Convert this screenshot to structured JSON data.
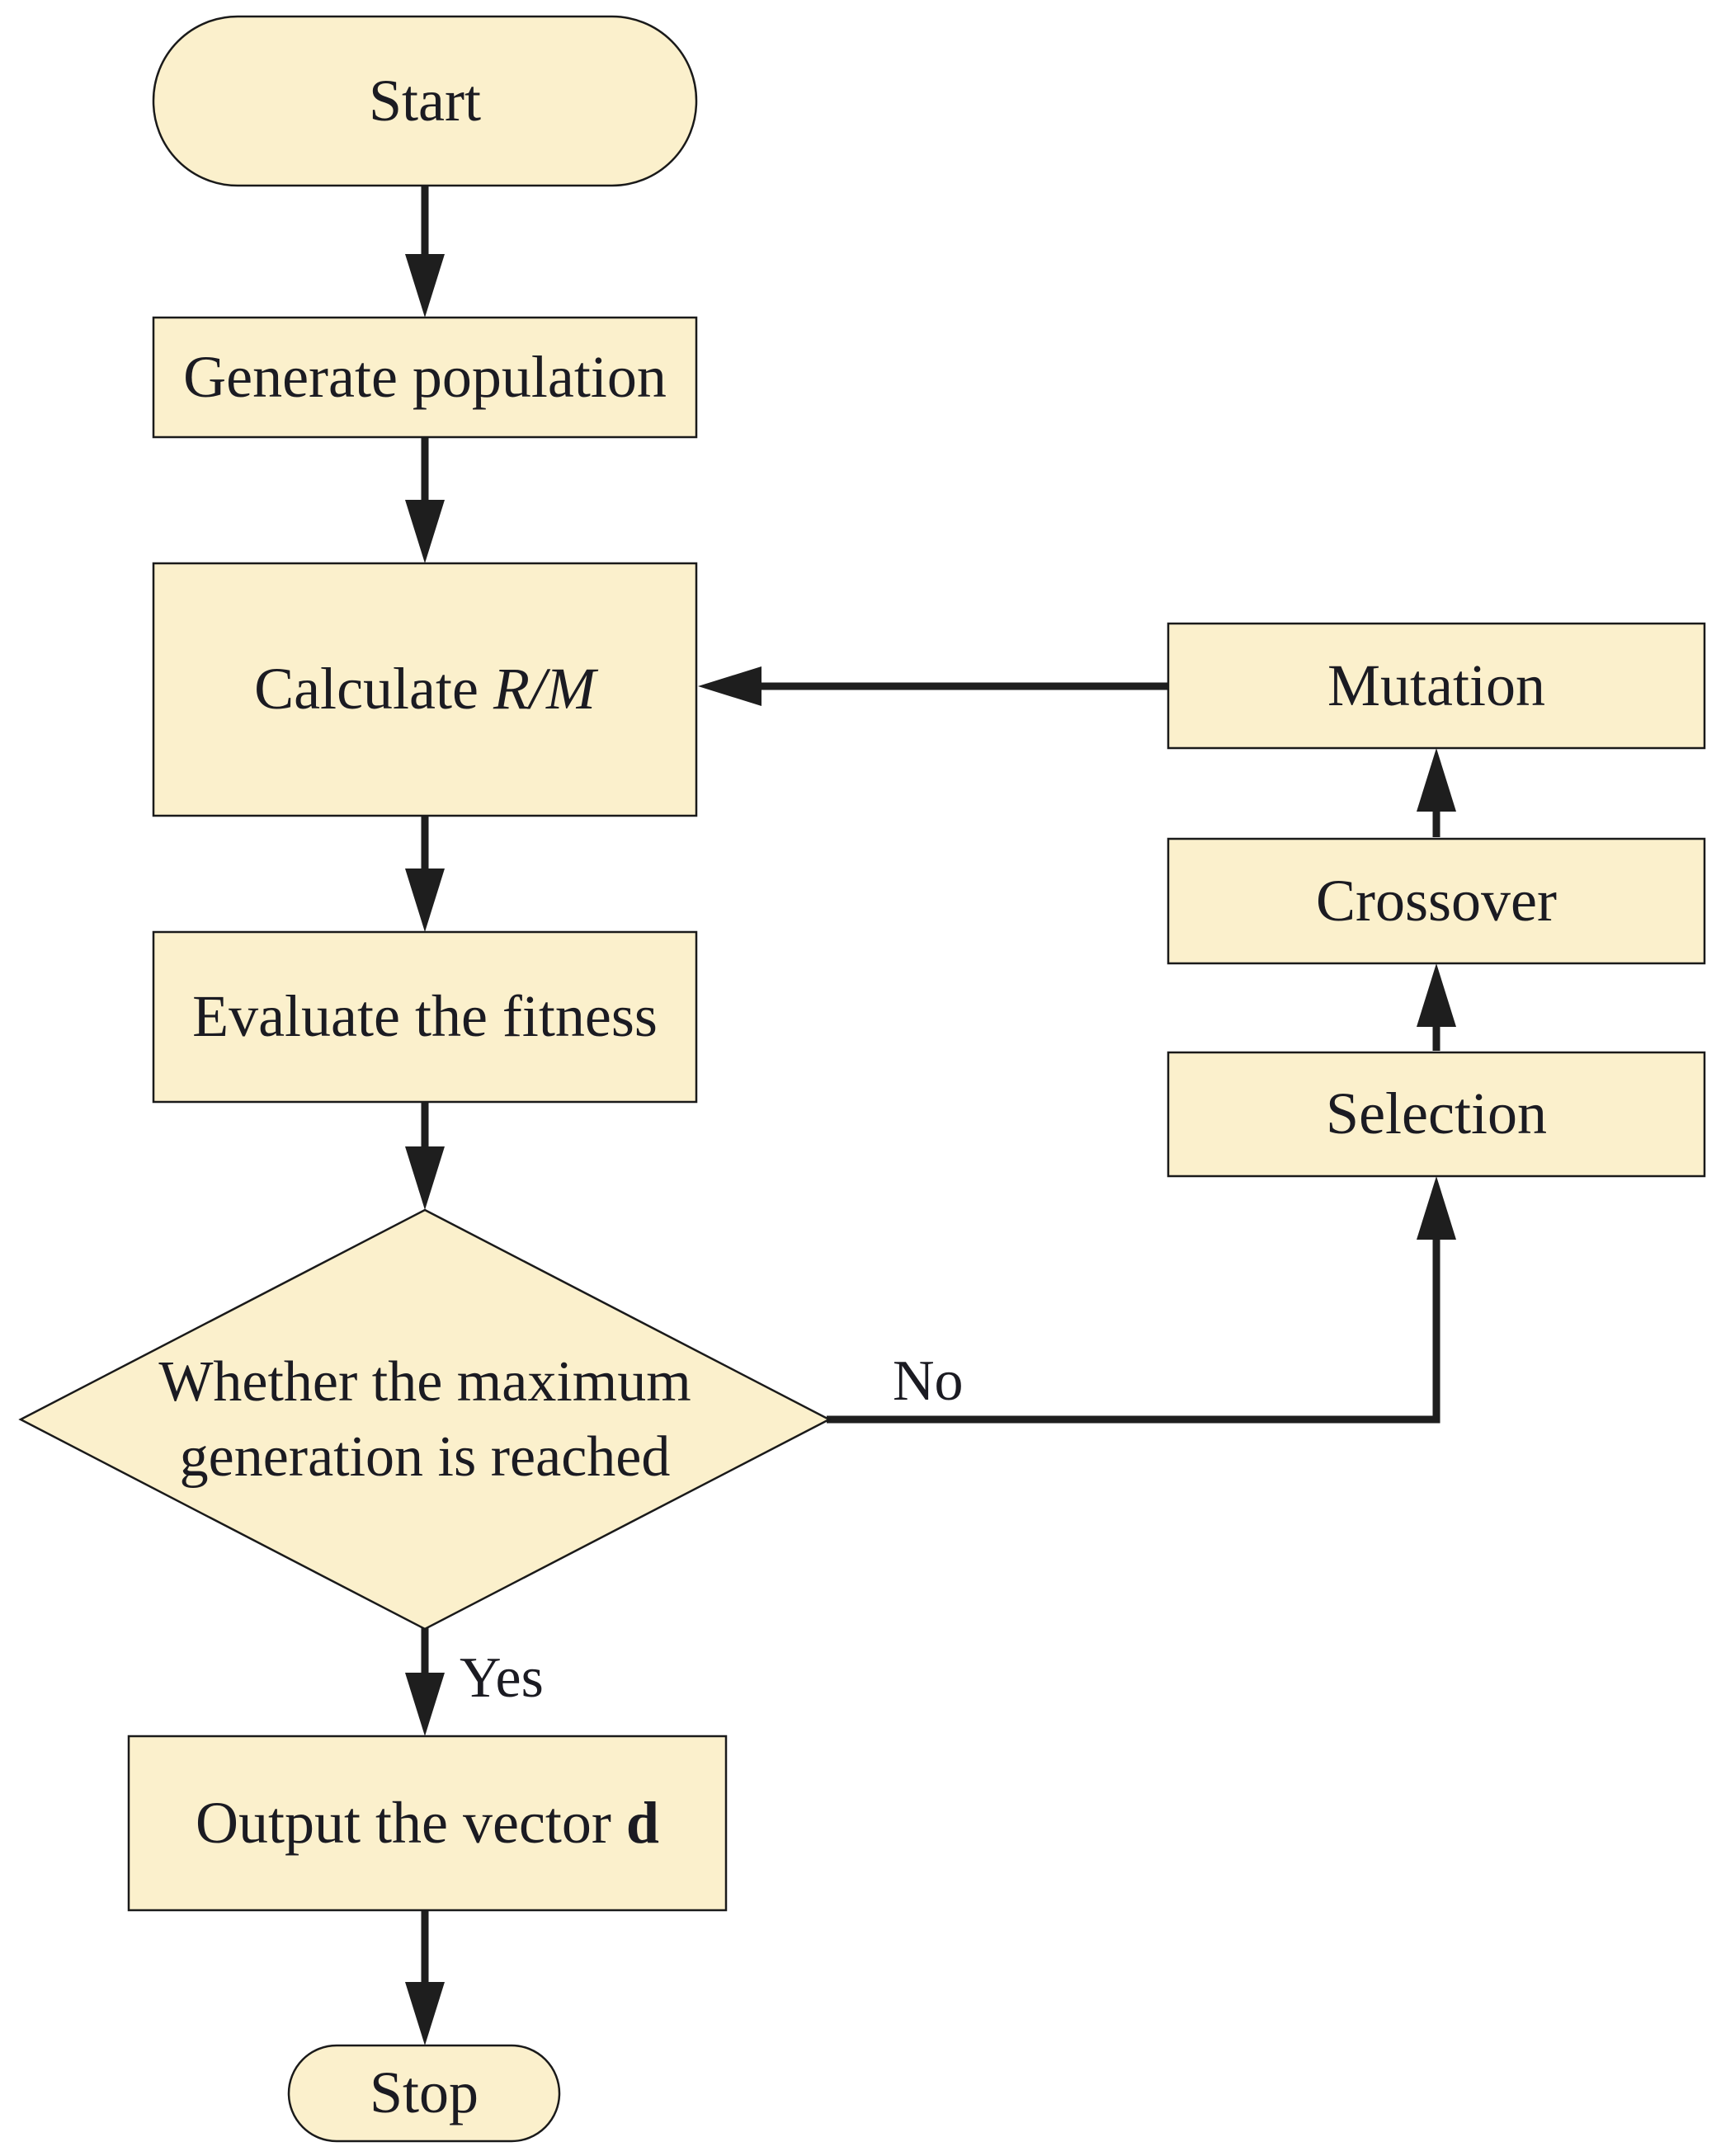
{
  "figure": {
    "type": "flowchart",
    "description": "Genetic algorithm optimization flowchart"
  },
  "colors": {
    "background": "#ffffff",
    "node_fill": "#fbf0cc",
    "node_border": "#1a1a1a",
    "text": "#1b1b22",
    "line": "#1e1e1e"
  },
  "nodes": {
    "start": {
      "shape": "stadium",
      "label": "Start"
    },
    "generate": {
      "shape": "rect",
      "label": "Generate population"
    },
    "calculate": {
      "shape": "rect",
      "label_prefix": "Calculate ",
      "label_italic": "R/M"
    },
    "evaluate": {
      "shape": "rect",
      "label": "Evaluate the fitness"
    },
    "decision": {
      "shape": "diamond",
      "label_line1": "Whether the maximum",
      "label_line2": "generation is reached"
    },
    "output": {
      "shape": "rect",
      "label_prefix": "Output the vector ",
      "label_bold": "d"
    },
    "stop": {
      "shape": "stadium",
      "label": "Stop"
    },
    "selection": {
      "shape": "rect",
      "label": "Selection"
    },
    "crossover": {
      "shape": "rect",
      "label": "Crossover"
    },
    "mutation": {
      "shape": "rect",
      "label": "Mutation"
    }
  },
  "edge_labels": {
    "yes": "Yes",
    "no": "No"
  },
  "edges": [
    {
      "from": "start",
      "to": "generate",
      "label": ""
    },
    {
      "from": "generate",
      "to": "calculate",
      "label": ""
    },
    {
      "from": "calculate",
      "to": "evaluate",
      "label": ""
    },
    {
      "from": "evaluate",
      "to": "decision",
      "label": ""
    },
    {
      "from": "decision",
      "to": "output",
      "label": "Yes"
    },
    {
      "from": "decision",
      "to": "selection",
      "label": "No"
    },
    {
      "from": "selection",
      "to": "crossover",
      "label": ""
    },
    {
      "from": "crossover",
      "to": "mutation",
      "label": ""
    },
    {
      "from": "mutation",
      "to": "calculate",
      "label": ""
    },
    {
      "from": "output",
      "to": "stop",
      "label": ""
    }
  ]
}
